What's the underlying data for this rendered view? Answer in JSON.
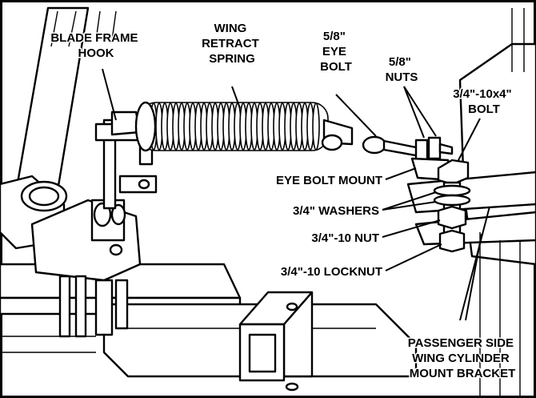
{
  "labels": {
    "blade_frame_hook": [
      "BLADE FRAME",
      "HOOK"
    ],
    "wing_retract_spring": [
      "WING",
      "RETRACT",
      "SPRING"
    ],
    "eye_bolt": [
      "5/8\"",
      "EYE",
      "BOLT"
    ],
    "nuts": [
      "5/8\"",
      "NUTS"
    ],
    "bolt": [
      "3/4\"-10x4\"",
      "BOLT"
    ],
    "eye_bolt_mount": "EYE BOLT MOUNT",
    "washers": "3/4\" WASHERS",
    "nut": "3/4\"-10 NUT",
    "locknut": "3/4\"-10 LOCKNUT",
    "bracket": [
      "PASSENGER SIDE",
      "WING CYLINDER",
      "MOUNT BRACKET"
    ]
  }
}
